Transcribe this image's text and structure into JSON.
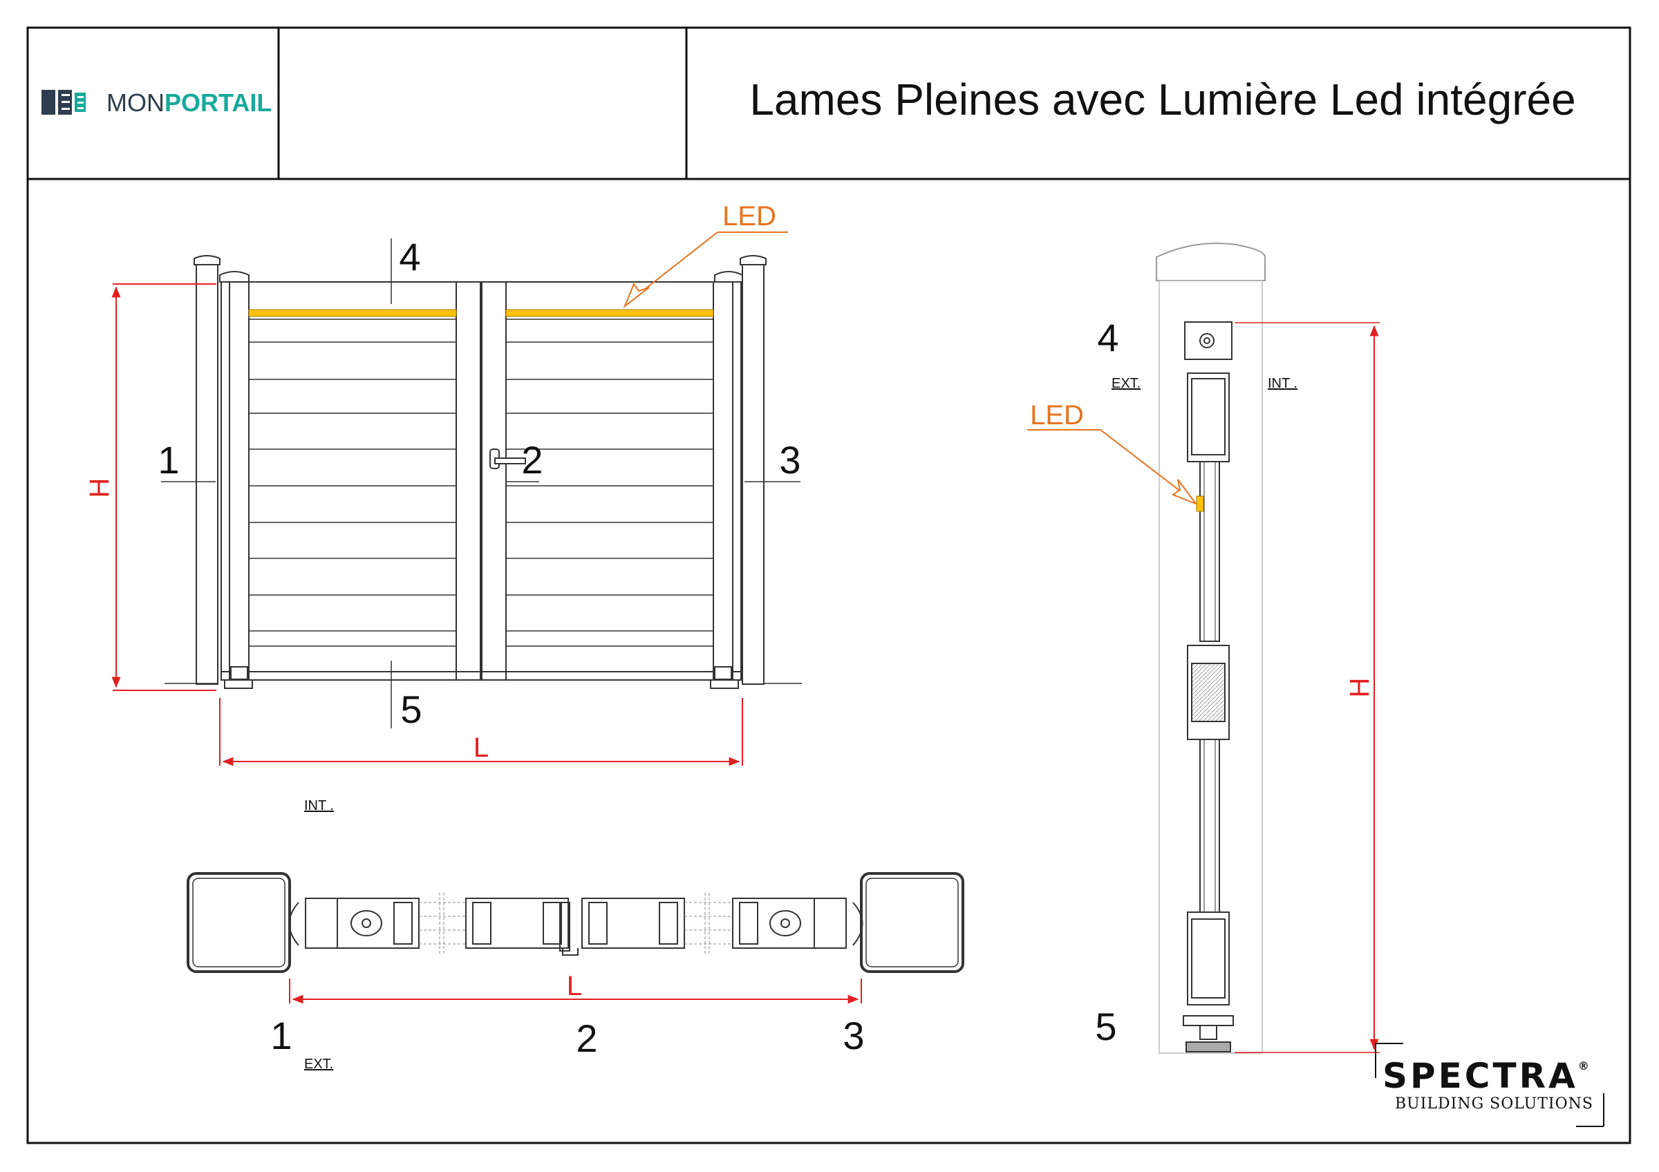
{
  "header": {
    "logo_prefix": "MON",
    "logo_suffix": "PORTAIL",
    "title": "Lames Pleines avec Lumière Led intégrée"
  },
  "labels": {
    "led": "LED",
    "height": "H",
    "width": "L",
    "interior": "INT .",
    "exterior": "EXT.",
    "n1": "1",
    "n2": "2",
    "n3": "3",
    "n4": "4",
    "n5": "5"
  },
  "brand": {
    "name": "SPECTRA",
    "registered": "®",
    "tagline": "BUILDING SOLUTIONS"
  },
  "colors": {
    "led_line": "#ffc20e",
    "annotation": "#e8731e",
    "dimension": "#e02020",
    "logo_teal": "#17a99a",
    "logo_dark": "#2e3e4e"
  }
}
